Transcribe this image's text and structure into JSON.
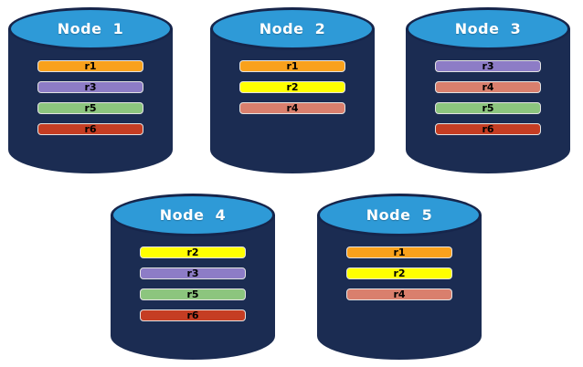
{
  "diagram": {
    "background": "#ffffff",
    "cylinder_body_color": "#1b2c52",
    "cylinder_top_color": "#2e9ad7",
    "cylinder_border_color": "#16254b",
    "title_text_color": "#ffffff",
    "record_text_color": "#000000"
  },
  "record_colors": {
    "r1": "#f9a11c",
    "r2": "#ffff00",
    "r3": "#8d7cc6",
    "r4": "#d97f6d",
    "r5": "#8cc57e",
    "r6": "#c53d23"
  },
  "nodes": [
    {
      "label": "Node  1",
      "records": [
        "r1",
        "r3",
        "r5",
        "r6"
      ]
    },
    {
      "label": "Node  2",
      "records": [
        "r1",
        "r2",
        "r4"
      ]
    },
    {
      "label": "Node  3",
      "records": [
        "r3",
        "r4",
        "r5",
        "r6"
      ]
    },
    {
      "label": "Node  4",
      "records": [
        "r2",
        "r3",
        "r5",
        "r6"
      ]
    },
    {
      "label": "Node  5",
      "records": [
        "r1",
        "r2",
        "r4"
      ]
    }
  ]
}
